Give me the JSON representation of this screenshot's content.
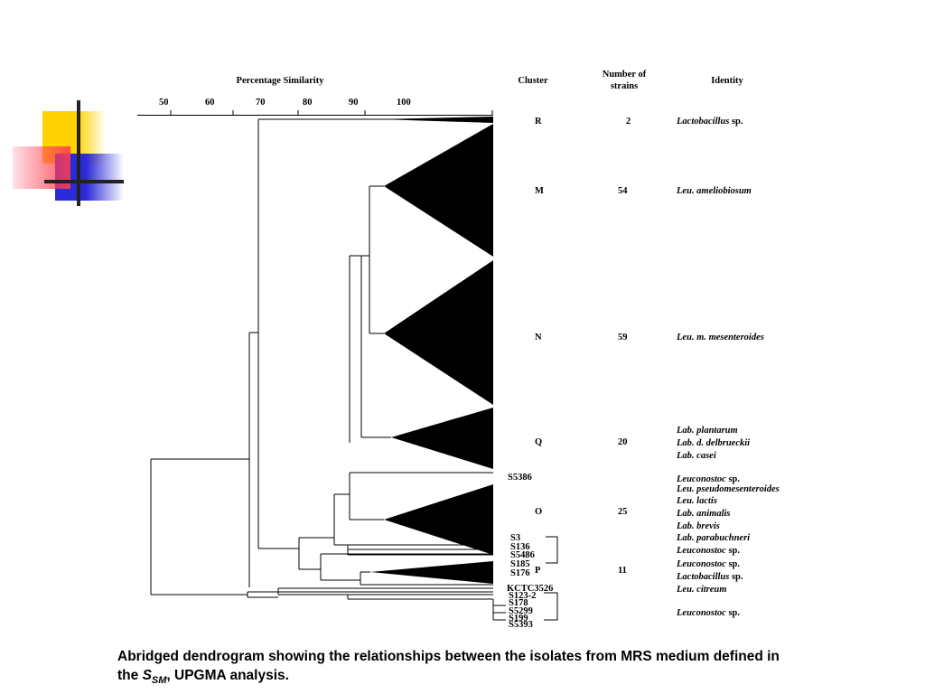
{
  "header": {
    "similarity": "Percentage Similarity",
    "cluster": "Cluster",
    "strains_line1": "Number of",
    "strains_line2": "strains",
    "identity": "Identity"
  },
  "axis_ticks": [
    "50",
    "60",
    "70",
    "80",
    "90",
    "100"
  ],
  "clusters": [
    {
      "label": "R",
      "count": "2"
    },
    {
      "label": "M",
      "count": "54"
    },
    {
      "label": "N",
      "count": "59"
    },
    {
      "label": "Q",
      "count": "20"
    },
    {
      "label": "O",
      "count": "25"
    },
    {
      "label": "P",
      "count": "11"
    }
  ],
  "identities": [
    {
      "genus": "Lactobacillus",
      "suffix": " sp."
    },
    {
      "genus": "Leu. ameliobiosum",
      "suffix": ""
    },
    {
      "genus": "Leu. m. mesenteroides",
      "suffix": ""
    },
    {
      "genus": "Lab. plantarum",
      "suffix": ""
    },
    {
      "genus": "Lab. d. delbrueckii",
      "suffix": ""
    },
    {
      "genus": "Lab. casei",
      "suffix": ""
    },
    {
      "genus": "Leuconostoc",
      "suffix": "  sp."
    },
    {
      "genus": "Leu. pseudomesenteroides",
      "suffix": ""
    },
    {
      "genus": "Leu. lactis",
      "suffix": ""
    },
    {
      "genus": "Lab. animalis",
      "suffix": ""
    },
    {
      "genus": "Lab. brevis",
      "suffix": ""
    },
    {
      "genus": "Lab. parabuchneri",
      "suffix": ""
    },
    {
      "genus": "Leuconostoc",
      "suffix": "  sp."
    },
    {
      "genus": "Leuconostoc",
      "suffix": "  sp."
    },
    {
      "genus": "Lactobacillus",
      "suffix": " sp."
    },
    {
      "genus": "Leu. citreum",
      "suffix": ""
    },
    {
      "genus": "Leuconostoc",
      "suffix": "  sp."
    }
  ],
  "leaves": [
    "S5386",
    "S3",
    "S136",
    "S5486",
    "S185",
    "S176",
    "KCTC3526",
    "S123-2",
    "S178",
    "S5299",
    "S199",
    "S5393"
  ],
  "caption": {
    "part1": "Abridged dendrogram showing the relationships between the isolates from MRS medium defined in the ",
    "symbol": "S",
    "subscript": "SM",
    "part2": ", UPGMA analysis."
  }
}
